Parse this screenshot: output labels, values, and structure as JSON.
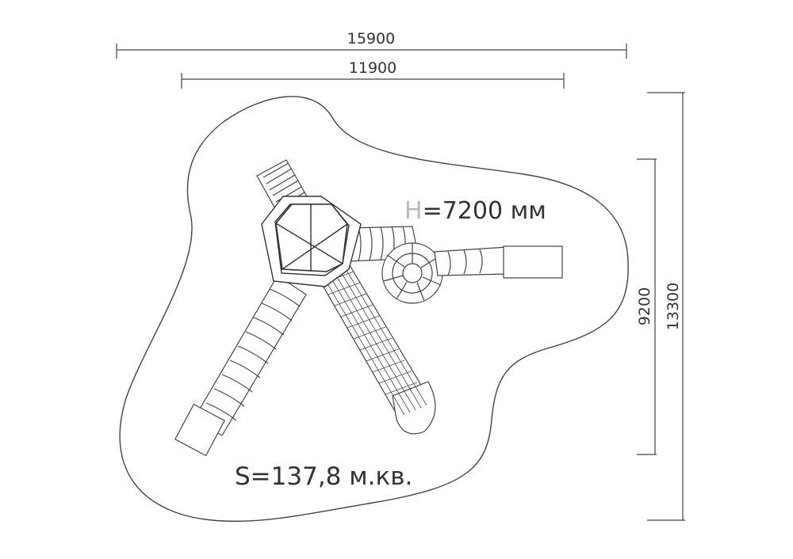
{
  "dimensions": {
    "outer_width": "15900",
    "inner_width": "11900",
    "inner_height": "9200",
    "outer_height": "13300"
  },
  "labels": {
    "height_prefix": "H",
    "height_value": "=7200 мм",
    "area": "S=137,8 м.кв."
  }
}
